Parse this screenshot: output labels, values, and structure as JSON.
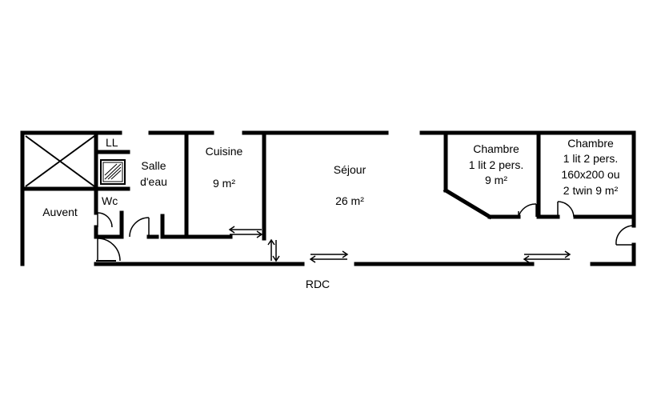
{
  "rooms": {
    "ll": "LL",
    "salle_deau": [
      "Salle",
      "d'eau"
    ],
    "wc": "Wc",
    "auvent": "Auvent",
    "cuisine": {
      "name": "Cuisine",
      "area": "9 m²"
    },
    "sejour": {
      "name": "Séjour",
      "area": "26 m²"
    },
    "chambre1": [
      "Chambre",
      "1 lit 2 pers.",
      "9 m²"
    ],
    "chambre2": [
      "Chambre",
      "1 lit 2 pers.",
      "160x200 ou",
      "2 twin 9 m²"
    ]
  },
  "floor_label": "RDC",
  "colors": {
    "wall": "#000000",
    "background": "#ffffff"
  }
}
